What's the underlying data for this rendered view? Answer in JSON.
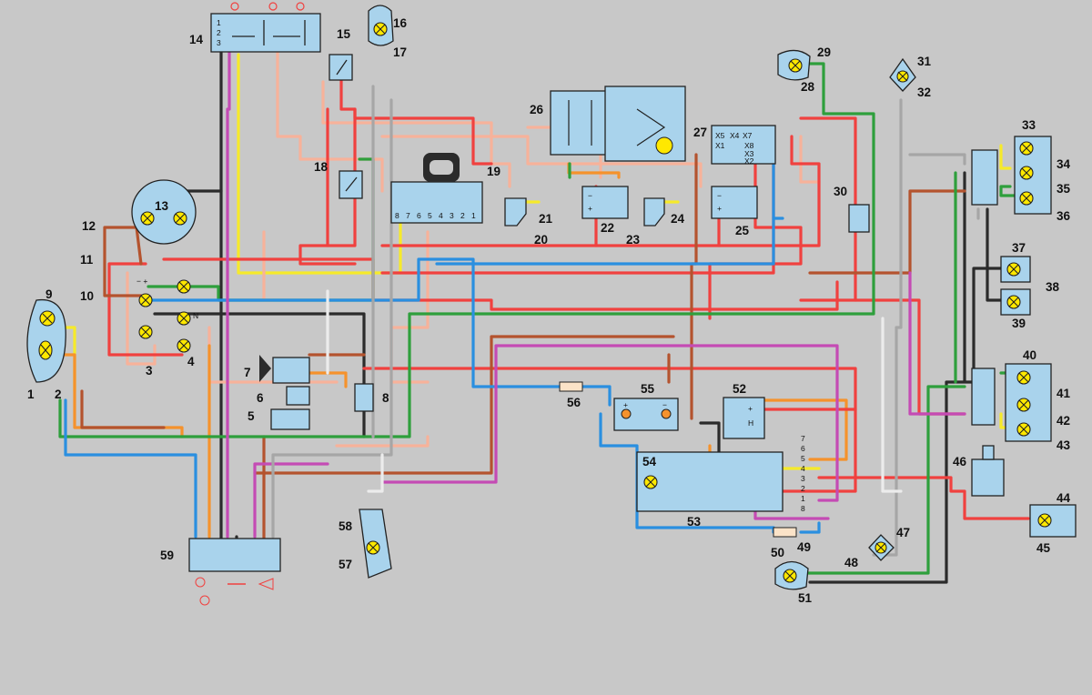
{
  "diagram": {
    "labels": [
      "1",
      "2",
      "3",
      "4",
      "5",
      "6",
      "7",
      "8",
      "9",
      "10",
      "11",
      "12",
      "13",
      "14",
      "15",
      "16",
      "17",
      "18",
      "19",
      "20",
      "21",
      "22",
      "23",
      "24",
      "25",
      "26",
      "27",
      "28",
      "29",
      "30",
      "31",
      "32",
      "33",
      "34",
      "35",
      "36",
      "37",
      "38",
      "39",
      "40",
      "41",
      "42",
      "43",
      "44",
      "45",
      "46",
      "47",
      "48",
      "49",
      "50",
      "51",
      "52",
      "53",
      "54",
      "55",
      "56",
      "57",
      "58",
      "59"
    ],
    "switch_14_positions": [
      "1",
      "2",
      "3"
    ],
    "connector_19_pins": [
      "8",
      "7",
      "6",
      "5",
      "4",
      "3",
      "2",
      "1"
    ],
    "unit_27_terminals": [
      "X5",
      "X4",
      "X7",
      "X1",
      "X8",
      "X3",
      "X2"
    ],
    "battery_55_terminals": [
      "+",
      "−"
    ],
    "relay_52_terminals": [
      "+",
      "H"
    ],
    "sensor_22_terminals": [
      "−",
      "+"
    ],
    "sensor_25_terminals": [
      "−",
      "+"
    ],
    "indicator_11_symbol": "− +",
    "indicator_3_symbol": "N",
    "ground_switch_53_numbers": [
      "7",
      "6",
      "5",
      "4",
      "3",
      "2",
      "1",
      "8"
    ],
    "wire_colors": {
      "red": "#f0413f",
      "pink": "#f7b29a",
      "yellow": "#f6ea2a",
      "green": "#2e9f3c",
      "blue": "#2a8fe0",
      "orange": "#f5922c",
      "brown": "#b4532e",
      "black": "#2b2b2b",
      "violet": "#c44bb4",
      "grey": "#9a9a9a",
      "white": "#ececec"
    }
  }
}
